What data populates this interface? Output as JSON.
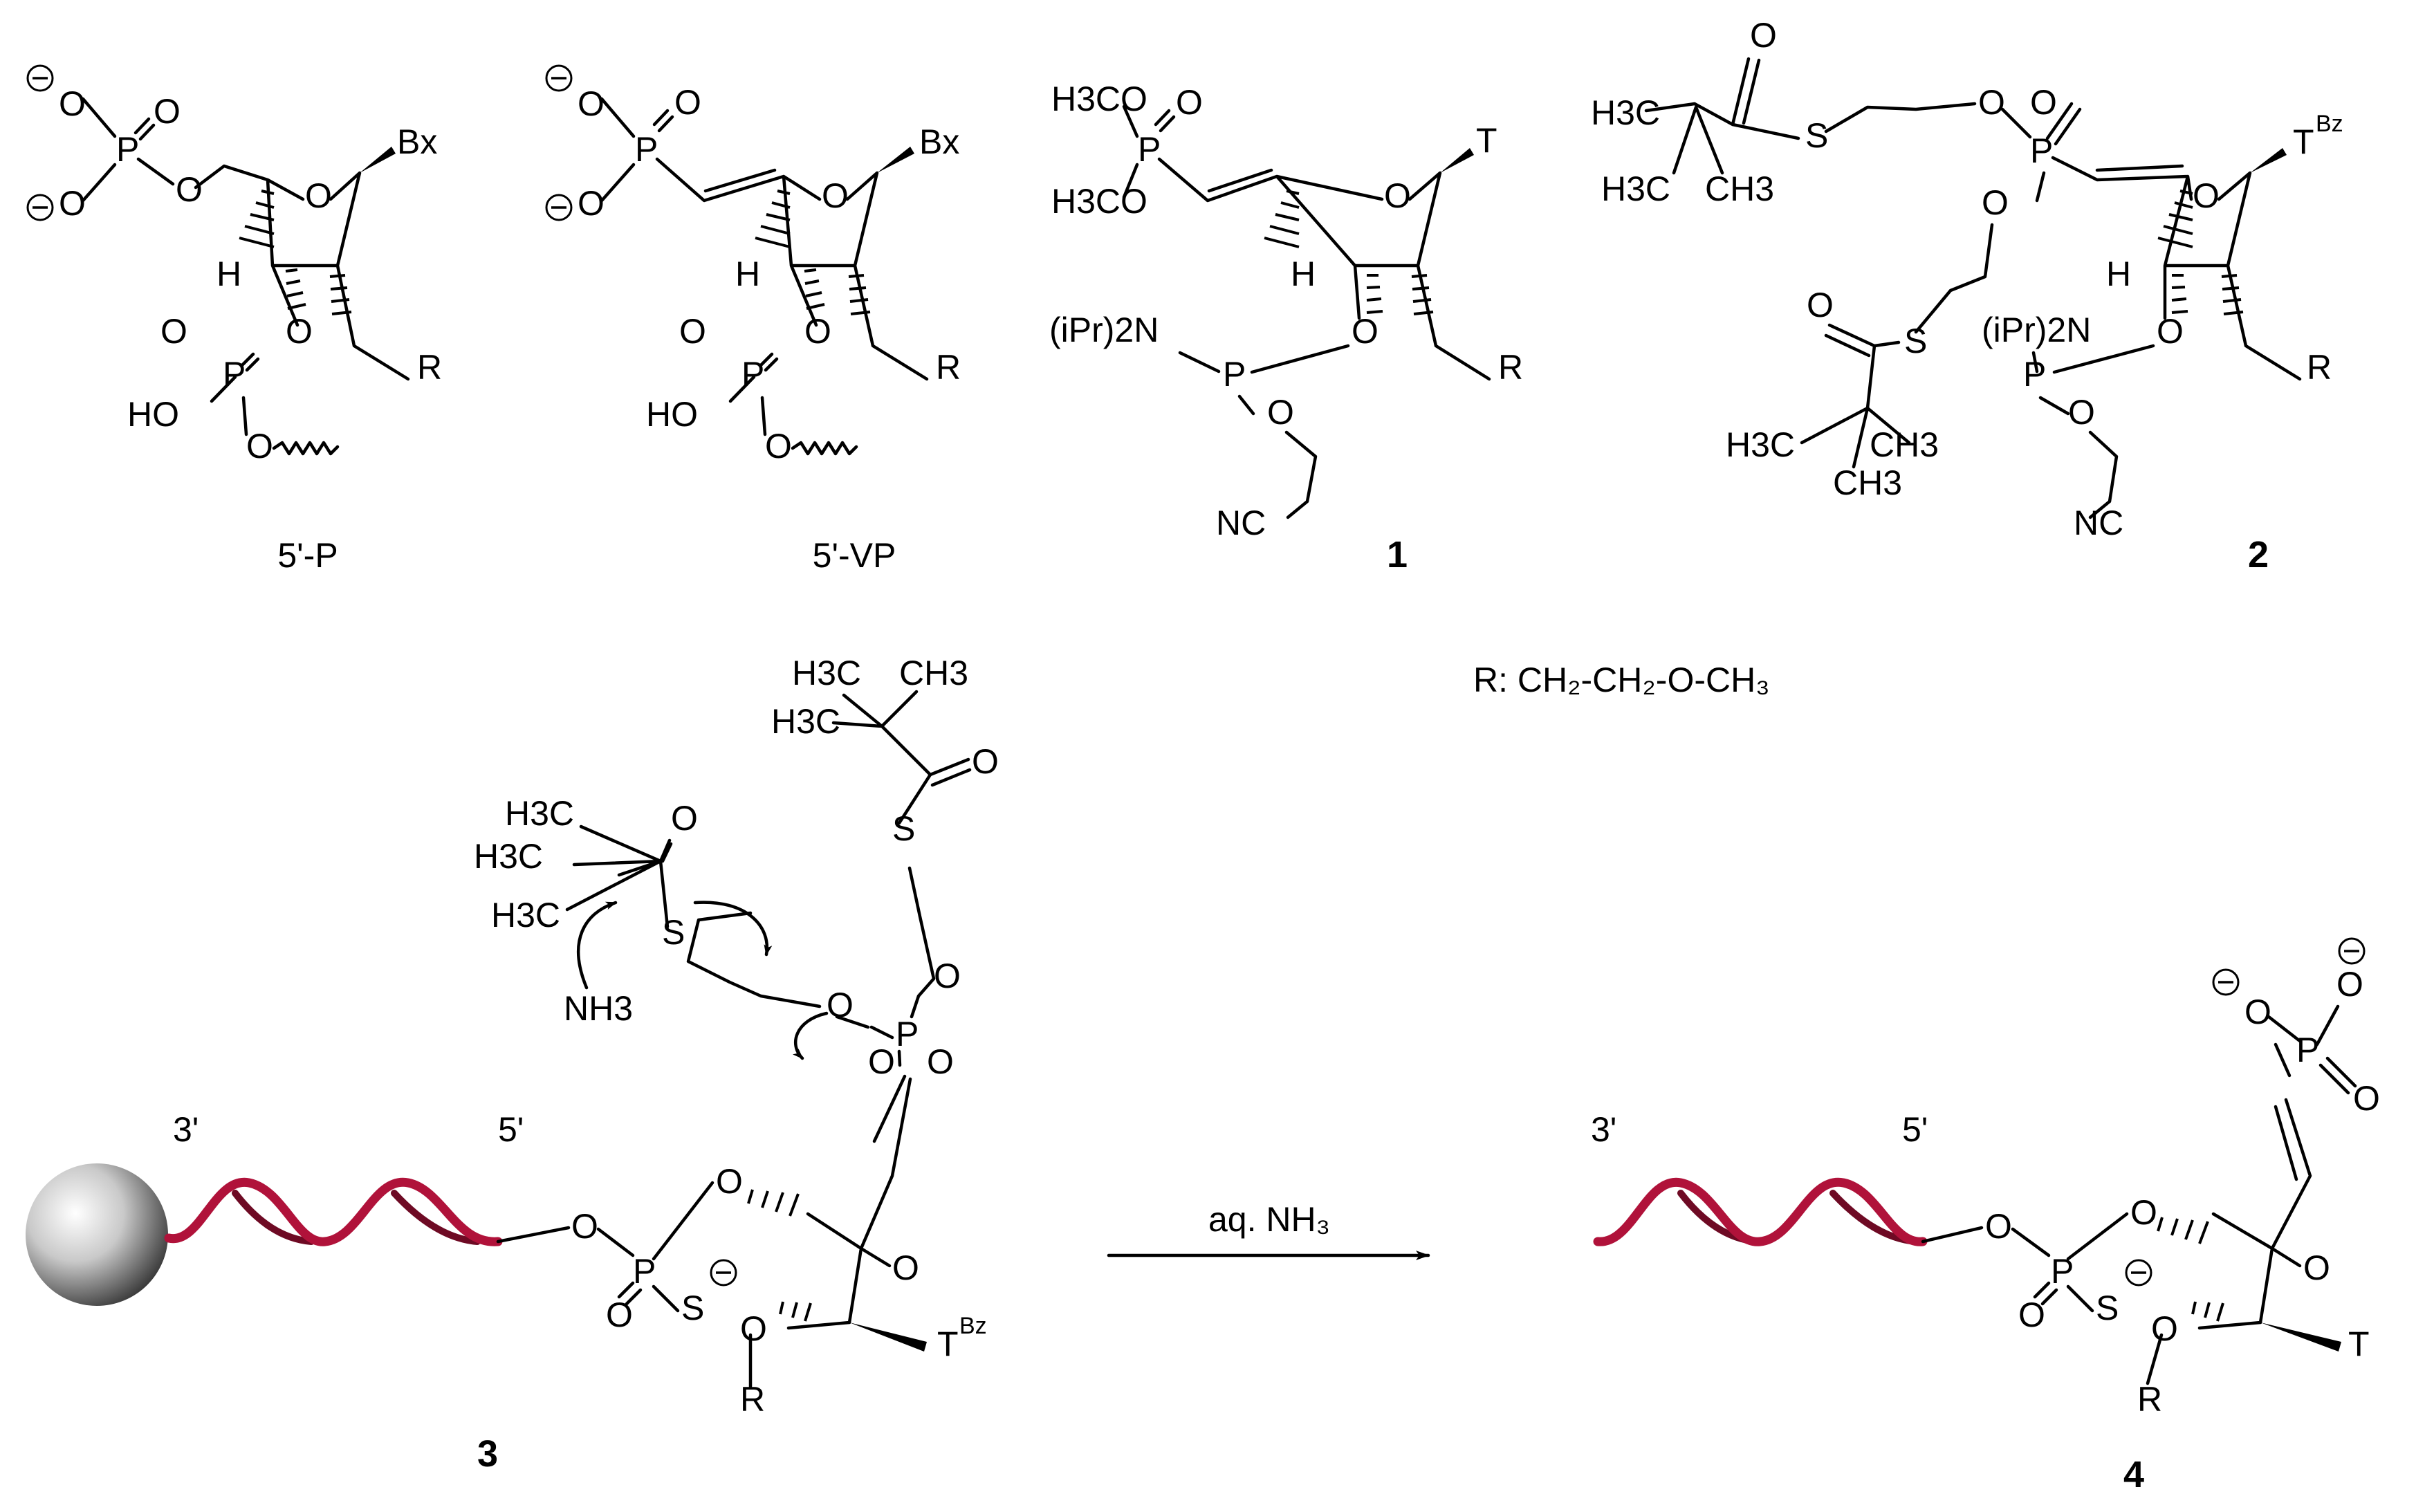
{
  "structures": [
    {
      "id": "5P",
      "label": "5'-P",
      "bold": false
    },
    {
      "id": "5VP",
      "label": "5'-VP",
      "bold": false
    },
    {
      "id": "c1",
      "label": "1",
      "bold": true
    },
    {
      "id": "c2",
      "label": "2",
      "bold": true
    },
    {
      "id": "c3",
      "label": "3",
      "bold": true
    },
    {
      "id": "c4",
      "label": "4",
      "bold": true
    }
  ],
  "r_definition": "R: CH₂-CH₂-O-CH₃",
  "reaction": {
    "reagent": "aq. NH₃"
  },
  "strand_ends": {
    "three_prime": "3'",
    "five_prime": "5'"
  },
  "atoms": {
    "O": "O",
    "P": "P",
    "S": "S",
    "H": "H",
    "R": "R",
    "T": "T",
    "Bx": "Bx",
    "HO": "HO",
    "NC": "NC",
    "Bz": "Bz",
    "H3CO": "H3CO",
    "H3C": "H3C",
    "CH3": "CH3",
    "NH3": "NH3",
    "iPr2N": "(iPr)2N"
  },
  "colors": {
    "helix": "#b0123a",
    "bead": "#7a7a7a",
    "ink": "#000000"
  }
}
